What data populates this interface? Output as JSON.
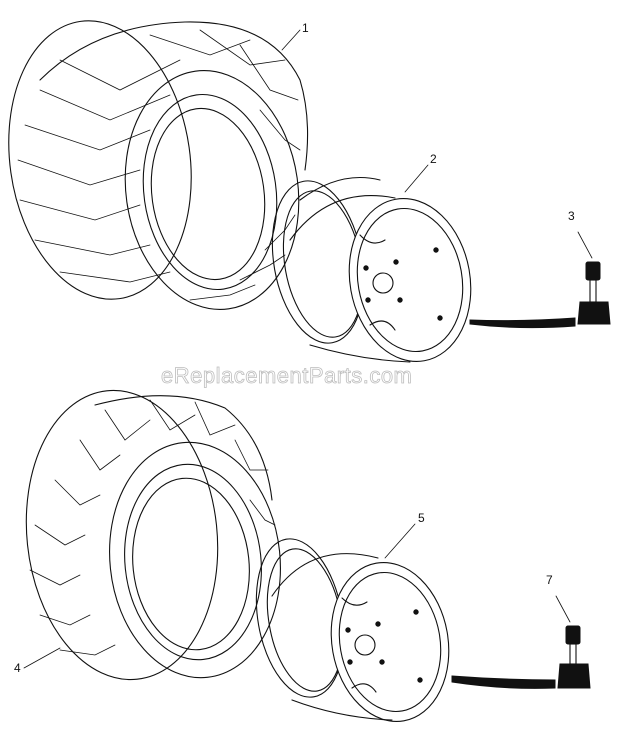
{
  "watermark": "eReplacementParts.com",
  "callouts": {
    "tire_upper": "1",
    "rim_upper": "2",
    "valve_upper": "3",
    "tire_lower": "4",
    "rim_lower": "5",
    "valve_lower": "7"
  }
}
